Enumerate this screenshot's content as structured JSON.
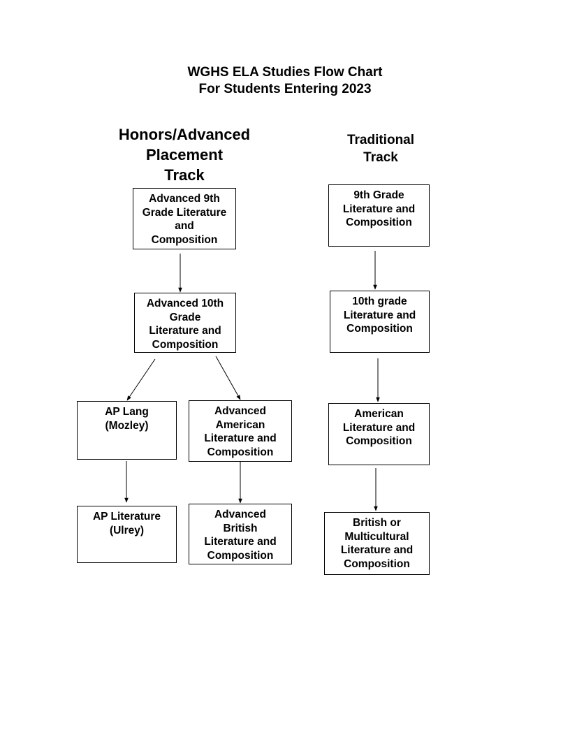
{
  "title": {
    "line1": "WGHS ELA Studies Flow Chart",
    "line2": "For Students Entering 2023"
  },
  "tracks": {
    "honors": {
      "heading": [
        "Honors/Advanced",
        "Placement",
        "Track"
      ]
    },
    "traditional": {
      "heading": [
        "Traditional",
        "Track"
      ]
    }
  },
  "boxes": {
    "adv9": [
      "Advanced 9th",
      "Grade Literature",
      "and",
      "Composition"
    ],
    "adv10": [
      "Advanced 10th",
      "Grade",
      "Literature and",
      "Composition"
    ],
    "aplang": [
      "AP Lang",
      "(Mozley)"
    ],
    "advamerican": [
      "Advanced",
      "American",
      "Literature and",
      "Composition"
    ],
    "aplit": [
      "AP Literature",
      "(Ulrey)"
    ],
    "advbritish": [
      "Advanced",
      "British",
      "Literature and",
      "Composition"
    ],
    "grade9": [
      "9th Grade",
      "Literature and",
      "Composition"
    ],
    "grade10": [
      "10th grade",
      "Literature and",
      "Composition"
    ],
    "american": [
      "American",
      "Literature and",
      "Composition"
    ],
    "british": [
      "British or",
      "Multicultural",
      "Literature and",
      "Composition"
    ]
  }
}
